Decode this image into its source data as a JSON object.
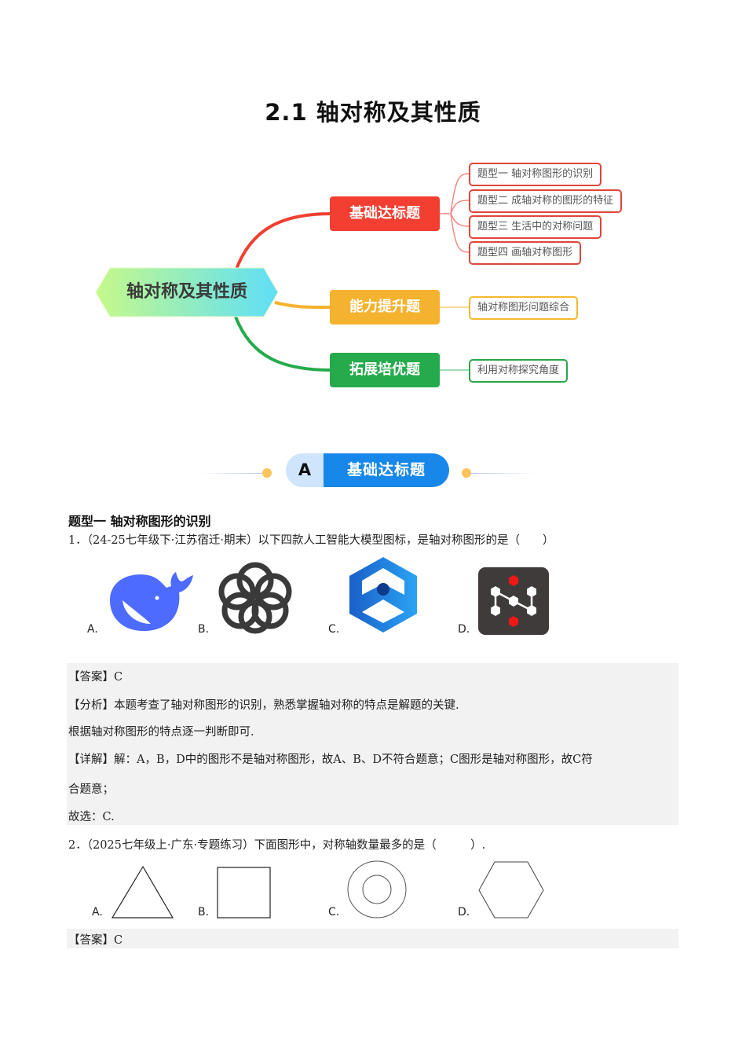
{
  "document": {
    "title": "2.1 轴对称及其性质"
  },
  "mindmap": {
    "root": "轴对称及其性质",
    "branches": [
      {
        "label": "基础达标题",
        "color": "#f23f32",
        "leaves": [
          "题型一 轴对称图形的识别",
          "题型二 成轴对称的图形的特征",
          "题型三 生活中的对称问题",
          "题型四 画轴对称图形"
        ]
      },
      {
        "label": "能力提升题",
        "color": "#f5b22e",
        "leaves": [
          "轴对称图形问题综合"
        ]
      },
      {
        "label": "拓展培优题",
        "color": "#25ab4c",
        "leaves": [
          "利用对称探究角度"
        ]
      }
    ]
  },
  "section_banner": {
    "letter": "A",
    "label": "基础达标题"
  },
  "question_type_heading": "题型一  轴对称图形的识别",
  "questions": [
    {
      "stem": "1．（24-25七年级下·江苏宿迁·期末）以下四款人工智能大模型图标，是轴对称图形的是（　　）",
      "options": [
        {
          "label": "A.",
          "icon": "whale-logo-icon"
        },
        {
          "label": "B.",
          "icon": "knot-logo-icon"
        },
        {
          "label": "C.",
          "icon": "hexagon-chevron-logo-icon"
        },
        {
          "label": "D.",
          "icon": "molecule-n-logo-icon"
        }
      ],
      "answer": "【答案】C",
      "analysis": "【分析】本题考查了轴对称图形的识别，熟悉掌握轴对称的特点是解题的关键.",
      "analysis_2": "根据轴对称图形的特点逐一判断即可.",
      "detail_1": "【详解】解：A，B，D中的图形不是轴对称图形，故A、B、D不符合题意；C图形是轴对称图形，故C符",
      "detail_2": "合题意；",
      "conclusion": "故选：C."
    },
    {
      "stem": "2．（2025七年级上·广东·专题练习）下面图形中，对称轴数量最多的是（　　　）.",
      "options": [
        {
          "label": "A.",
          "icon": "triangle-icon"
        },
        {
          "label": "B.",
          "icon": "rectangle-icon"
        },
        {
          "label": "C.",
          "icon": "concentric-circles-icon"
        },
        {
          "label": "D.",
          "icon": "hexagon-icon"
        }
      ],
      "answer": "【答案】C"
    }
  ]
}
